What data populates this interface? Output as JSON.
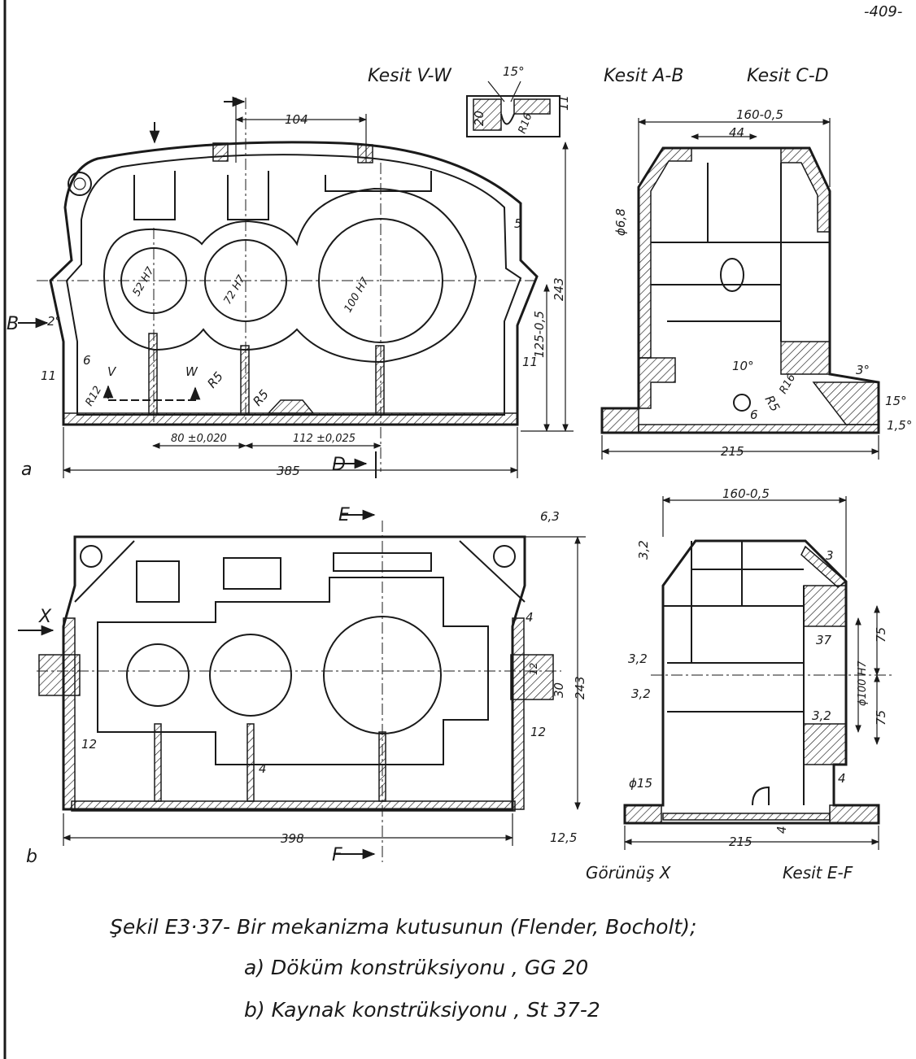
{
  "page_number": "-409-",
  "captions": {
    "title": "Şekil E3·37- Bir mekanizma kutusunun (Flender, Bocholt);",
    "line_a": "a) Döküm konstrüksiyonu , GG 20",
    "line_b": "b) Kaynak konstrüksiyonu , St 37-2"
  },
  "panel_labels": {
    "a": "a",
    "b": "b"
  },
  "section_labels": {
    "vw": "Kesit V-W",
    "ab": "Kesit A-B",
    "cd": "Kesit C-D",
    "gorunus_x": "Görünüş X",
    "ef": "Kesit E-F"
  },
  "view_a": {
    "dims": [
      "104",
      "243",
      "125-0,5",
      "5",
      "11",
      "2°",
      "6",
      "11",
      "R12",
      "R5",
      "R5",
      "80 ±0,020",
      "112 ±0,025",
      "385",
      "52 H7",
      "72 H7",
      "100 H7"
    ],
    "markers": [
      "B",
      "V",
      "W",
      "D"
    ]
  },
  "detail_vw": {
    "dims": [
      "15°",
      "20",
      "11",
      "R16"
    ]
  },
  "view_ab": {
    "dims": [
      "160-0,5",
      "44",
      "ϕ6,8",
      "10°",
      "R5",
      "R16",
      "6",
      "3°",
      "15°",
      "1,5°",
      "215"
    ]
  },
  "view_b": {
    "dims": [
      "6,3",
      "243",
      "4",
      "30",
      "12",
      "12",
      "12",
      "4",
      "398",
      "12,5"
    ],
    "markers": [
      "E",
      "X",
      "F"
    ]
  },
  "view_ef": {
    "dims": [
      "160-0,5",
      "3,2",
      "3",
      "37",
      "75",
      "ϕ100 H7",
      "75",
      "3,2",
      "3,2",
      "3,2",
      "ϕ15",
      "4",
      "4",
      "215"
    ]
  }
}
